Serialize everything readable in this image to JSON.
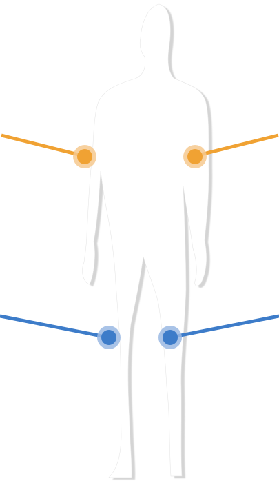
{
  "figure": {
    "icon": "human-silhouette-back-view",
    "colors": {
      "silhouette": "#ffffff",
      "silhouette_shadow": "#d4d4d4",
      "upper_markers": "#f0a233",
      "upper_halo": "#f6c98f",
      "lower_markers": "#3d7cc9",
      "lower_halo": "#9ab8e3"
    }
  },
  "markers": [
    {
      "id": "left-elbow",
      "group": "upper",
      "side": "left"
    },
    {
      "id": "right-elbow",
      "group": "upper",
      "side": "right"
    },
    {
      "id": "left-knee",
      "group": "lower",
      "side": "left"
    },
    {
      "id": "right-knee",
      "group": "lower",
      "side": "right"
    }
  ]
}
